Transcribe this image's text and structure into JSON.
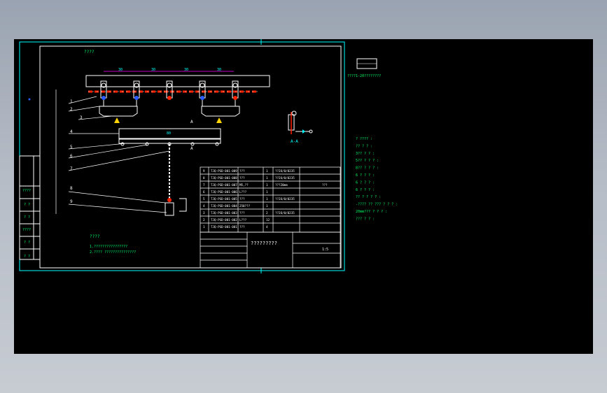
{
  "colors": {
    "background": "#000000",
    "frame": "#00ffff",
    "linework": "#ffffff",
    "text_green": "#00ff66",
    "accent_red": "#ff2200",
    "accent_blue": "#2a5cff",
    "accent_yellow": "#ffd400",
    "accent_magenta": "#ff00ff"
  },
  "drawing": {
    "dims_top": [
      "30",
      "30",
      "30",
      "30"
    ],
    "callouts": [
      "1",
      "2",
      "3",
      "4",
      "5",
      "6",
      "7",
      "8",
      "9"
    ],
    "section_mark": "A",
    "section_label": "A-A",
    "view_label": "80"
  },
  "bom": {
    "rows": [
      {
        "no": "9",
        "code": "TJQ-PSD-001-009",
        "name": "???",
        "qty": "1",
        "mat": "??2O/0/0235",
        "note": ""
      },
      {
        "no": "8",
        "code": "TJQ-PSD-001-008",
        "name": "???",
        "qty": "1",
        "mat": "??2O/0/0235",
        "note": ""
      },
      {
        "no": "7",
        "code": "TJQ-PSD-001-007",
        "name": "M5,??",
        "qty": "1",
        "mat": "???20mm",
        "note": "???"
      },
      {
        "no": "6",
        "code": "TJQ-PSD-001-006",
        "name": "L???",
        "qty": "1",
        "mat": "",
        "note": ""
      },
      {
        "no": "5",
        "code": "TJQ-PSD-001-005",
        "name": "???",
        "qty": "1",
        "mat": "??2O/0/0235",
        "note": ""
      },
      {
        "no": "4",
        "code": "TJQ-PSD-001-004",
        "name": "250???",
        "qty": "1",
        "mat": "",
        "note": ""
      },
      {
        "no": "3",
        "code": "TJQ-PSD-001-003",
        "name": "???",
        "qty": "2",
        "mat": "??2O/0/0235",
        "note": ""
      },
      {
        "no": "2",
        "code": "TJQ-PSD-001-002",
        "name": "L???",
        "qty": "12",
        "mat": "",
        "note": ""
      },
      {
        "no": "1",
        "code": "TJQ-PSD-001-001",
        "name": "???",
        "qty": "4",
        "mat": "",
        "note": ""
      }
    ],
    "header": [
      "??",
      "??",
      "??",
      "??",
      "??",
      "??"
    ]
  },
  "notes": {
    "title": "????",
    "line1": "1.????????????????",
    "line2": "2.???? ???????????????"
  },
  "title_block": {
    "name": "?????????",
    "scale": "1:5"
  },
  "side_labels": [
    "????",
    "? ?",
    "? ?",
    "????",
    "? ?",
    "? ?"
  ],
  "right_note": "????1-20????????",
  "legend": [
    "? ???? :",
    "?? ? ? :",
    "3?? ? ? :",
    "5?? ? ? ? :",
    "8?? ? ? ? :",
    "6 ? ? ? :",
    "6 ? ? ? :",
    "6 ? ? ? :",
    "?? ? ? ? ? :",
    "-???? ?? ??? ? ? ? :",
    "20mm??? ? ? ? :",
    "??? ? ? :"
  ]
}
